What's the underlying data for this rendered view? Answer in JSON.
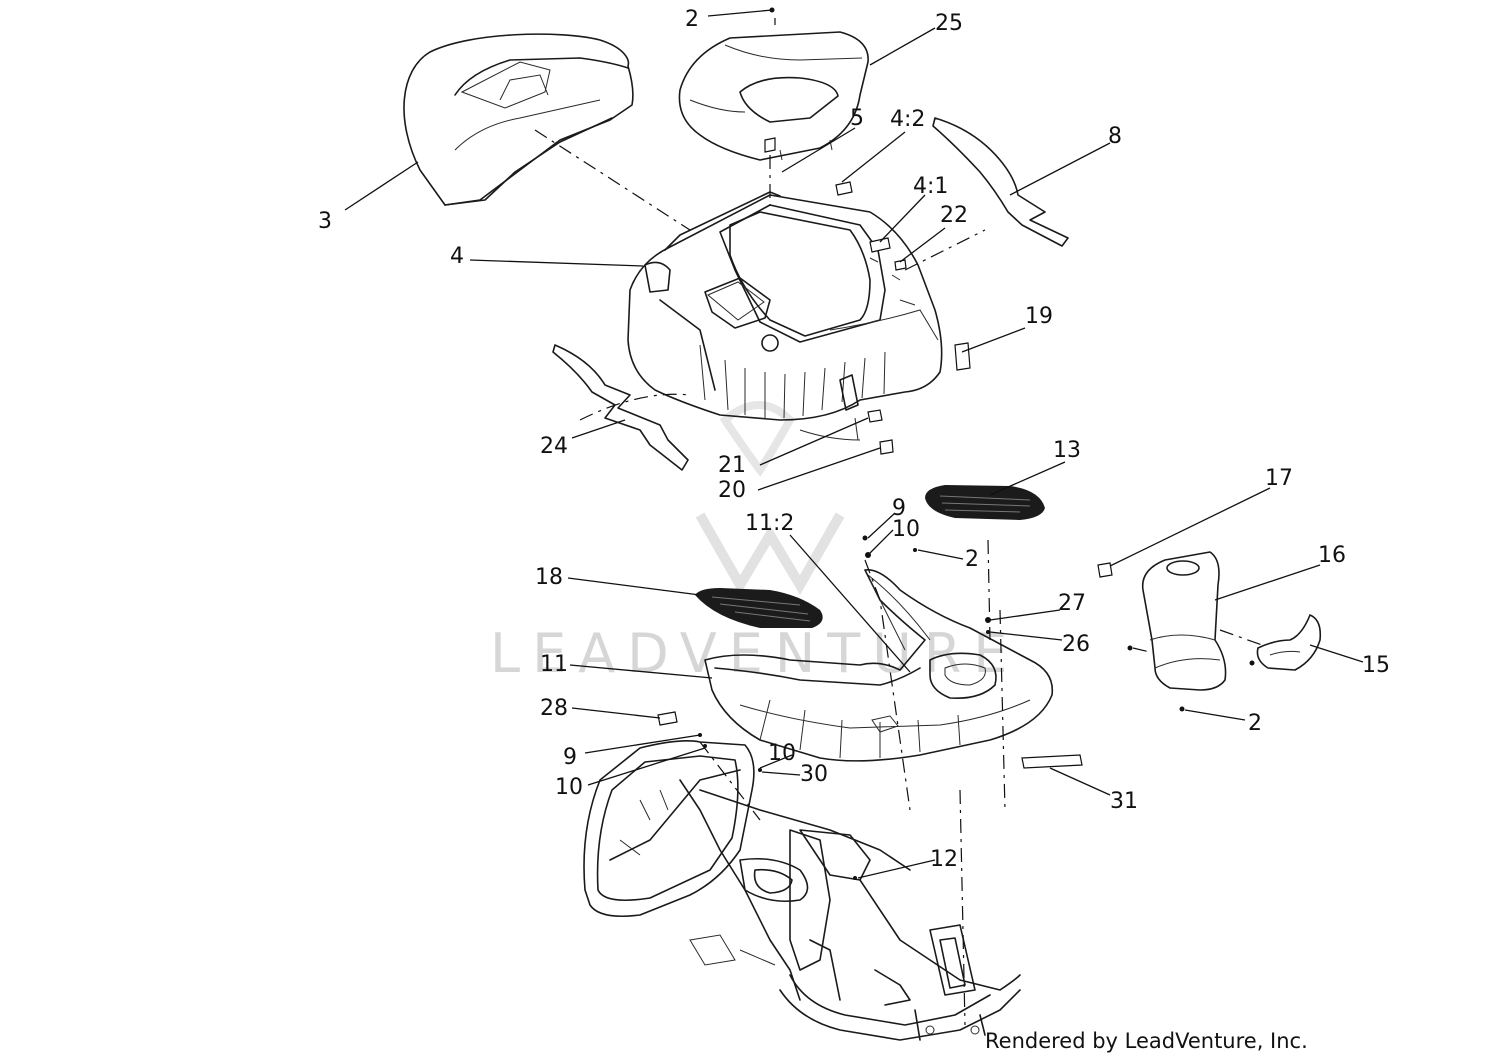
{
  "diagram": {
    "callouts": [
      {
        "id": "2-top",
        "text": "2"
      },
      {
        "id": "25",
        "text": "25"
      },
      {
        "id": "5",
        "text": "5"
      },
      {
        "id": "4-2",
        "text": "4:2"
      },
      {
        "id": "8",
        "text": "8"
      },
      {
        "id": "3",
        "text": "3"
      },
      {
        "id": "4-1",
        "text": "4:1"
      },
      {
        "id": "22",
        "text": "22"
      },
      {
        "id": "4",
        "text": "4"
      },
      {
        "id": "19",
        "text": "19"
      },
      {
        "id": "24",
        "text": "24"
      },
      {
        "id": "13",
        "text": "13"
      },
      {
        "id": "21",
        "text": "21"
      },
      {
        "id": "20",
        "text": "20"
      },
      {
        "id": "17",
        "text": "17"
      },
      {
        "id": "9-upper",
        "text": "9"
      },
      {
        "id": "11-2",
        "text": "11:2"
      },
      {
        "id": "10-upper",
        "text": "10"
      },
      {
        "id": "2-mid",
        "text": "2"
      },
      {
        "id": "16",
        "text": "16"
      },
      {
        "id": "18",
        "text": "18"
      },
      {
        "id": "27",
        "text": "27"
      },
      {
        "id": "26",
        "text": "26"
      },
      {
        "id": "15",
        "text": "15"
      },
      {
        "id": "11",
        "text": "11"
      },
      {
        "id": "28",
        "text": "28"
      },
      {
        "id": "2-right",
        "text": "2"
      },
      {
        "id": "10-mid",
        "text": "10"
      },
      {
        "id": "9-lower",
        "text": "9"
      },
      {
        "id": "30",
        "text": "30"
      },
      {
        "id": "10-lower",
        "text": "10"
      },
      {
        "id": "31",
        "text": "31"
      },
      {
        "id": "12",
        "text": "12"
      }
    ],
    "credit": "Rendered by LeadVenture, Inc.",
    "watermark": "LEADVENTURE"
  }
}
